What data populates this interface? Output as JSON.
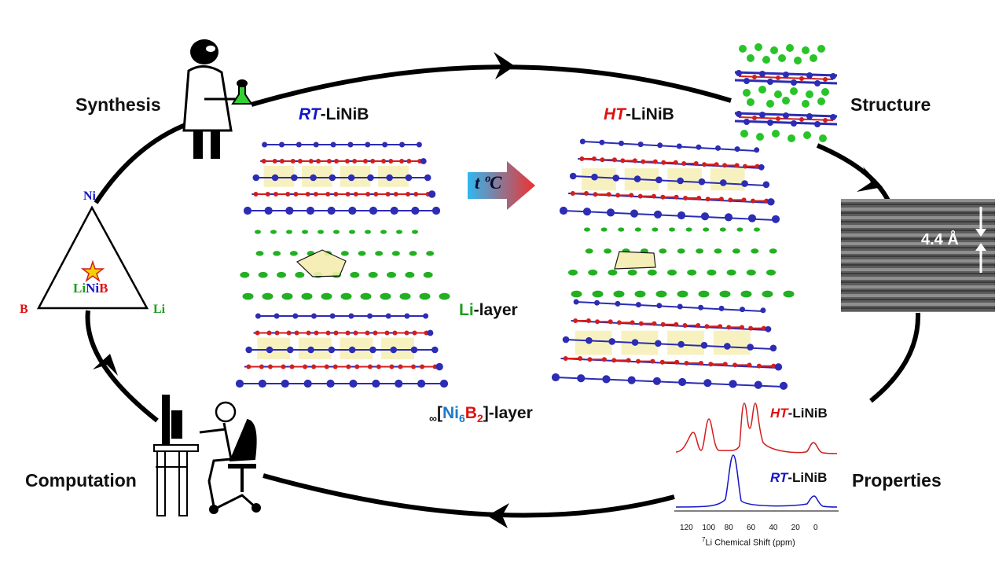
{
  "cycle": {
    "synthesis": "Synthesis",
    "structure": "Structure",
    "properties": "Properties",
    "computation": "Computation"
  },
  "phases": {
    "rt": {
      "prefix": "RT",
      "suffix": "-LiNiB",
      "color": "#1515c8"
    },
    "ht": {
      "prefix": "HT",
      "suffix": "-LiNiB",
      "color": "#e01010"
    }
  },
  "arrow": {
    "label": "t ºC"
  },
  "layers": {
    "li_prefix": "Li",
    "li_suffix": "-layer",
    "nib_sub": "∞",
    "nib_open": "[",
    "nib_ni": "Ni",
    "nib_ni_sub": "6",
    "nib_b": "B",
    "nib_b_sub": "2",
    "nib_close": "]-layer"
  },
  "triangle": {
    "top": "Ni",
    "left": "B",
    "right": "Li",
    "center_li": "Li",
    "center_ni": "Ni",
    "center_b": "B"
  },
  "tem": {
    "label": "4.4 Å"
  },
  "nmr": {
    "ht_prefix": "HT",
    "ht_suffix": "-LiNiB",
    "rt_prefix": "RT",
    "rt_suffix": "-LiNiB",
    "xlabel_sup": "7",
    "xlabel": "Li Chemical Shift (ppm)",
    "ticks": [
      "120",
      "100",
      "80",
      "60",
      "40",
      "20",
      "0"
    ]
  },
  "colors": {
    "ni": "#2c2cb4",
    "b": "#d21e1e",
    "li": "#22b022",
    "highlight": "#f5eeb0"
  }
}
